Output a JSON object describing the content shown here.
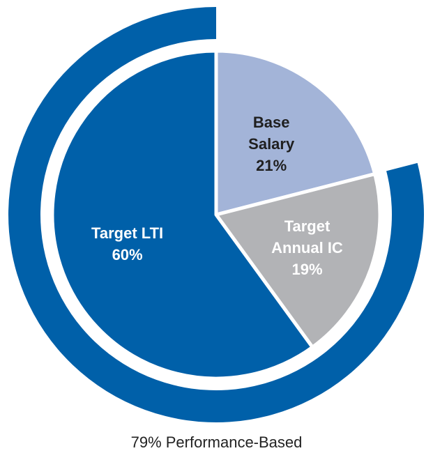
{
  "chart_data": {
    "type": "pie",
    "slices": [
      {
        "label_lines": [
          "Base",
          "Salary",
          "21%"
        ],
        "value": 21,
        "color": "#a3b4d8",
        "text_color": "#1f1f1f"
      },
      {
        "label_lines": [
          "Target",
          "Annual IC",
          "19%"
        ],
        "value": 19,
        "color": "#b2b3b6",
        "text_color": "#ffffff"
      },
      {
        "label_lines": [
          "Target LTI",
          "60%"
        ],
        "value": 60,
        "color": "#0060a9",
        "text_color": "#ffffff"
      }
    ],
    "outer_ring": {
      "value": 79,
      "color": "#0060a9",
      "label": "79% Performance-Based"
    },
    "start": "12 o'clock",
    "direction": "clockwise"
  }
}
